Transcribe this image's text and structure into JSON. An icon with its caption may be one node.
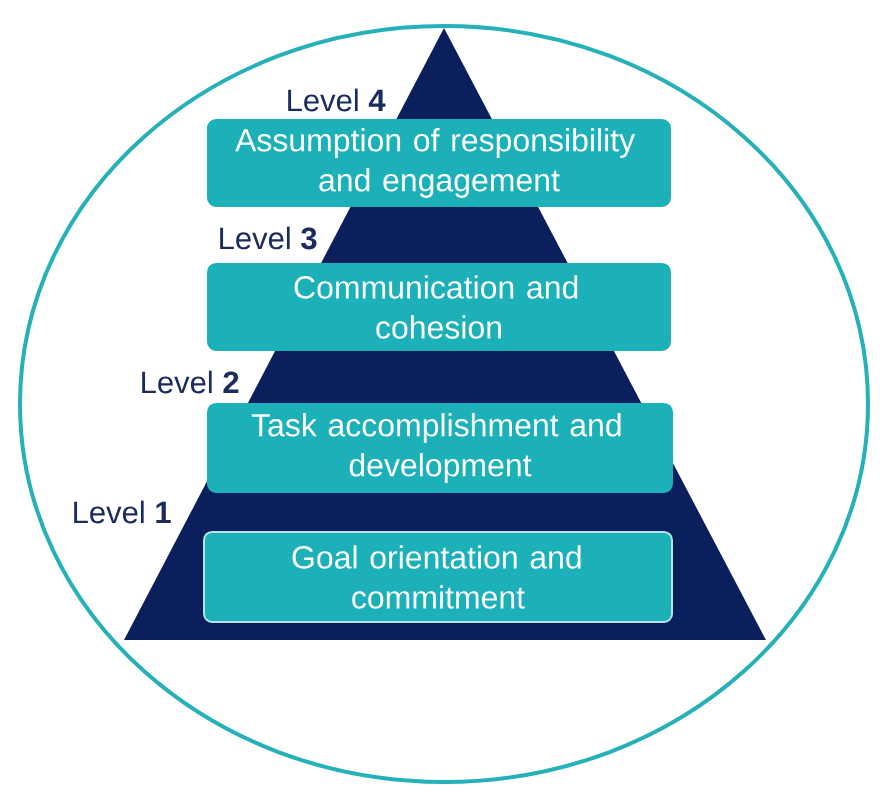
{
  "diagram": {
    "nodes": [
      {
        "text": [
          "Assumption of responsibility and engagement"
        ],
        "beside": [
          "Level **4**"
        ]
      },
      {
        "text": [
          "Communication and cohesion"
        ],
        "beside": [
          "Level **3**"
        ]
      },
      {
        "text": [
          "Task accomplishment and development"
        ],
        "beside": [
          "Level **2**"
        ]
      },
      {
        "text": [
          "Goal orientation and commitment"
        ],
        "beside": [
          "Level **1**"
        ]
      }
    ]
  }
}
